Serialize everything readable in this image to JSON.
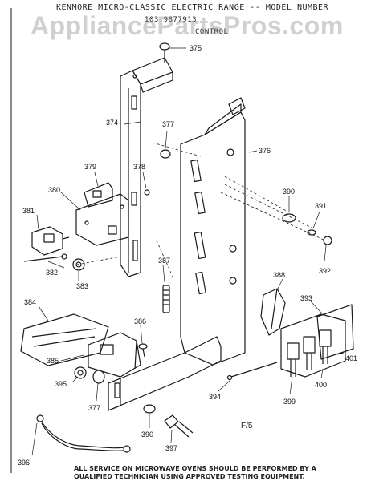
{
  "header": {
    "title": "KENMORE MICRO-CLASSIC ELECTRIC RANGE -- MODEL NUMBER",
    "model": "103.9877913",
    "figure": "CONTROL"
  },
  "watermark": "AppliancePartsPros.com",
  "parts": [
    {
      "id": "375",
      "label": "375"
    },
    {
      "id": "374",
      "label": "374"
    },
    {
      "id": "377a",
      "label": "377"
    },
    {
      "id": "376",
      "label": "376"
    },
    {
      "id": "379",
      "label": "379"
    },
    {
      "id": "378",
      "label": "378"
    },
    {
      "id": "380",
      "label": "380"
    },
    {
      "id": "381",
      "label": "381"
    },
    {
      "id": "390a",
      "label": "390"
    },
    {
      "id": "391",
      "label": "391"
    },
    {
      "id": "392",
      "label": "392"
    },
    {
      "id": "382",
      "label": "382"
    },
    {
      "id": "383",
      "label": "383"
    },
    {
      "id": "387",
      "label": "387"
    },
    {
      "id": "388",
      "label": "388"
    },
    {
      "id": "393",
      "label": "393"
    },
    {
      "id": "384",
      "label": "384"
    },
    {
      "id": "386",
      "label": "386"
    },
    {
      "id": "385",
      "label": "385"
    },
    {
      "id": "395",
      "label": "395"
    },
    {
      "id": "377b",
      "label": "377"
    },
    {
      "id": "401",
      "label": "401"
    },
    {
      "id": "400",
      "label": "400"
    },
    {
      "id": "394",
      "label": "394"
    },
    {
      "id": "399",
      "label": "399"
    },
    {
      "id": "390b",
      "label": "390"
    },
    {
      "id": "397",
      "label": "397"
    },
    {
      "id": "396",
      "label": "396"
    }
  ],
  "page_mark": "F/5",
  "footer": "ALL SERVICE ON MICROWAVE OVENS SHOULD BE PERFORMED BY A QUALIFIED TECHNICIAN USING APPROVED TESTING EQUIPMENT."
}
